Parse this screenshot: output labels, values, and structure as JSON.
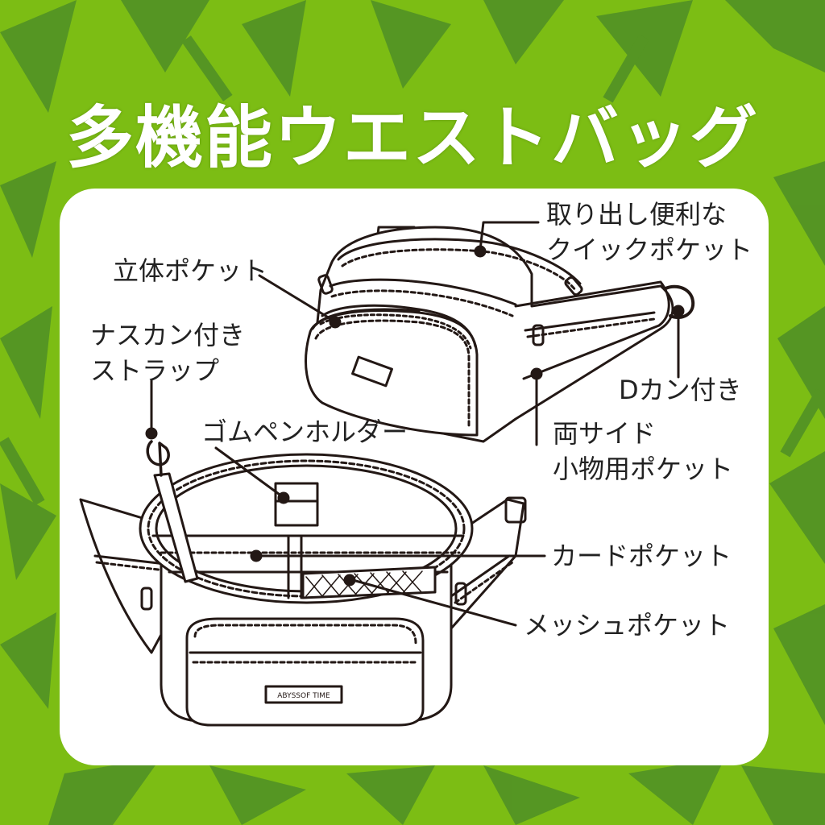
{
  "title": "多機能ウエストバッグ",
  "colors": {
    "background_green": "#7cbd14",
    "pattern_green": "#4f8f26",
    "panel": "#ffffff",
    "line": "#231815"
  },
  "callouts": {
    "quick_pocket": [
      "取り出し便利な",
      "クイックポケット"
    ],
    "3d_pocket": "立体ポケット",
    "strap": [
      "ナスカン付き",
      "ストラップ"
    ],
    "d_ring": "Dカン付き",
    "side_pockets": [
      "両サイド",
      "小物用ポケット"
    ],
    "elastic_holder": "ゴムペンホルダー",
    "card_pocket": "カードポケット",
    "mesh_pocket": "メッシュポケット"
  },
  "brand_tag": "ABYSSOF TIME"
}
